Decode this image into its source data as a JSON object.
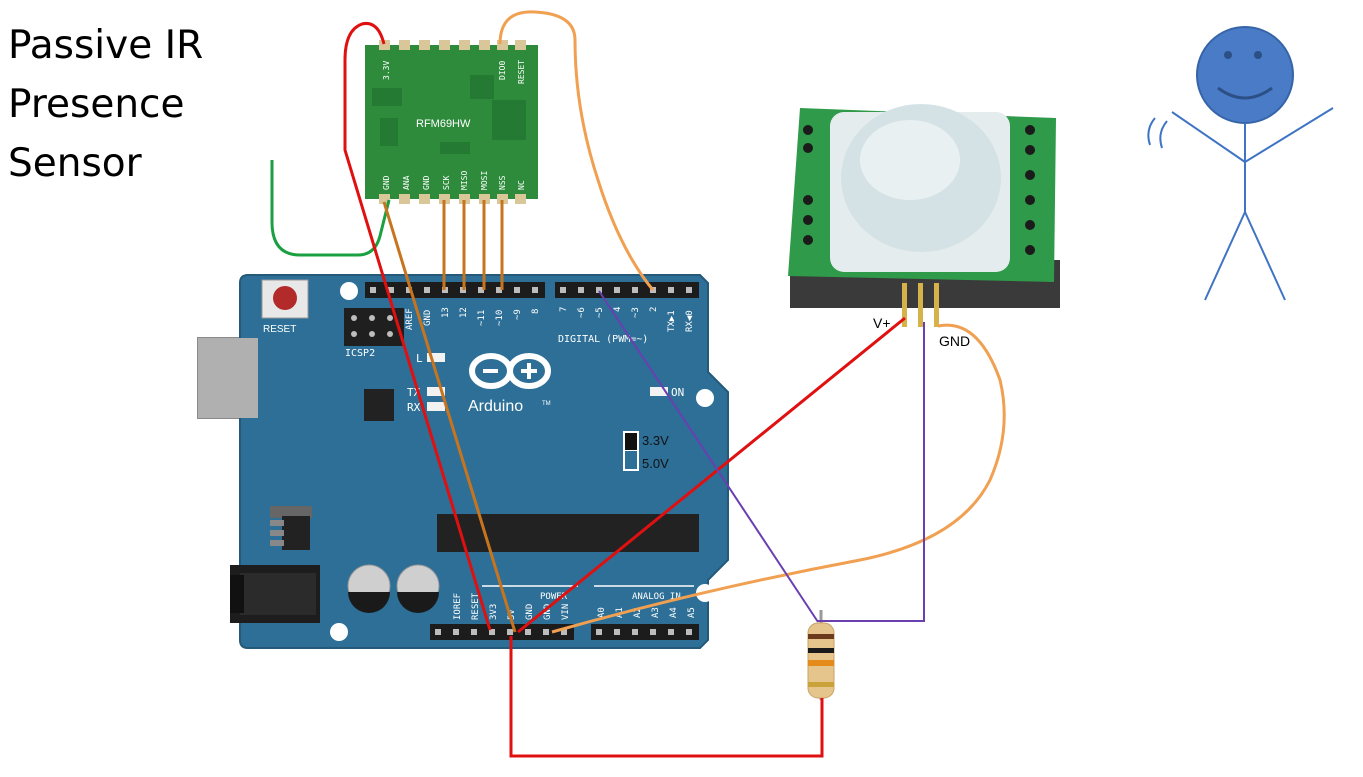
{
  "title": {
    "lines": [
      "Passive IR",
      "Presence",
      "Sensor"
    ]
  },
  "arduino": {
    "brand": "Arduino",
    "trademark": "TM",
    "reset_label": "RESET",
    "icsp_label": "ICSP2",
    "led_l": "L",
    "led_tx": "TX",
    "led_rx": "RX",
    "on_label": "ON",
    "digital_header": "DIGITAL (PWM=~)",
    "power_header": "POWER",
    "analog_header": "ANALOG IN",
    "digital_pins_left": [
      "AREF",
      "GND",
      "13",
      "12",
      "~11",
      "~10",
      "~9",
      "8"
    ],
    "digital_pins_right": [
      "7",
      "~6",
      "~5",
      "4",
      "~3",
      "2",
      "TX▶1",
      "RX◀0"
    ],
    "power_pins": [
      "IOREF",
      "RESET",
      "3V3",
      "5V",
      "GND",
      "GND",
      "VIN"
    ],
    "analog_pins": [
      "A0",
      "A1",
      "A2",
      "A3",
      "A4",
      "A5"
    ],
    "voltage_3v3": "3.3V",
    "voltage_5v0": "5.0V"
  },
  "rfm": {
    "name": "RFM69HW",
    "top_pins": [
      "3.3V",
      "DIO0",
      "RESET"
    ],
    "bottom_pins": [
      "GND",
      "ANA",
      "GND",
      "SCK",
      "MISO",
      "MOSI",
      "NSS",
      "NC"
    ]
  },
  "pir": {
    "vplus_label": "V+",
    "gnd_label": "GND"
  },
  "colors": {
    "board": "#2d6f96",
    "rfm_board": "#2e8b3c",
    "wire_red": "#e01010",
    "wire_orange": "#f0a050",
    "wire_orange_dark": "#c8741e",
    "wire_purple": "#6a3fb0",
    "wire_green": "#1aa040",
    "person": "#3f74c4",
    "pir_board": "#2f9a4a"
  },
  "icons": [
    "smiley-person",
    "resistor",
    "pir-dome",
    "usb-connector",
    "dc-jack",
    "capacitor"
  ]
}
